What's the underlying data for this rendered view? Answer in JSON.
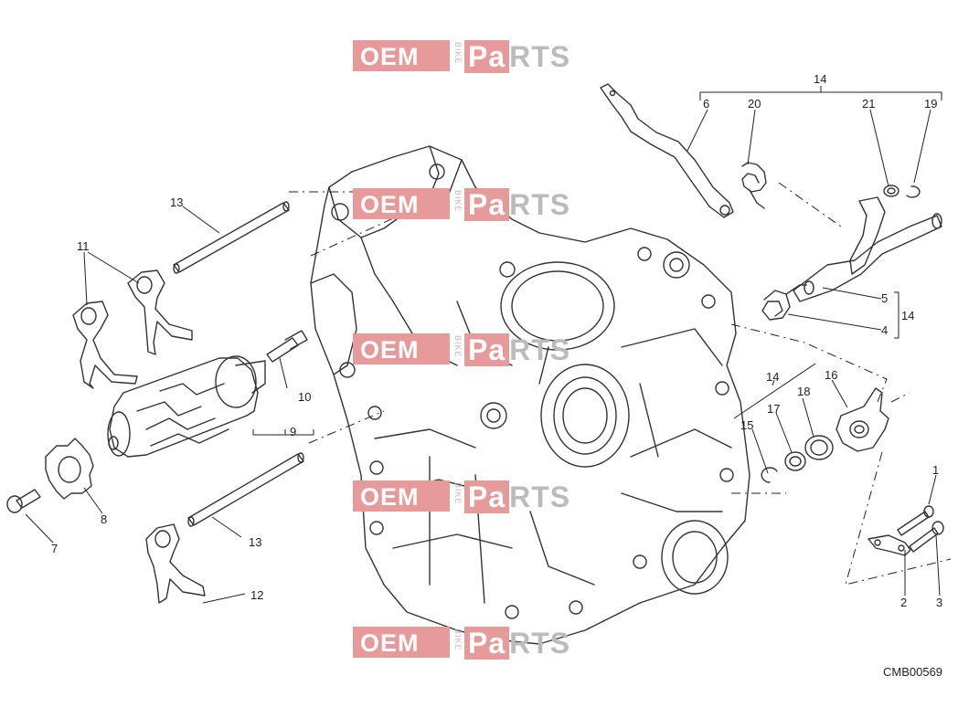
{
  "watermark": {
    "oem": "OEM",
    "bike": "BIKE",
    "parts": "PaRTS"
  },
  "diagram_code": "CMB00569",
  "labels": {
    "l14_top": "14",
    "l6": "6",
    "l20": "20",
    "l21": "21",
    "l19": "19",
    "l13_top": "13",
    "l11": "11",
    "l5": "5",
    "l4": "4",
    "l14_right": "14",
    "l10": "10",
    "l9": "9",
    "l14_mid": "14",
    "l16": "16",
    "l17": "17",
    "l18": "18",
    "l15": "15",
    "l1": "1",
    "l7": "7",
    "l8": "8",
    "l13_bottom": "13",
    "l12": "12",
    "l2": "2",
    "l3": "3"
  }
}
